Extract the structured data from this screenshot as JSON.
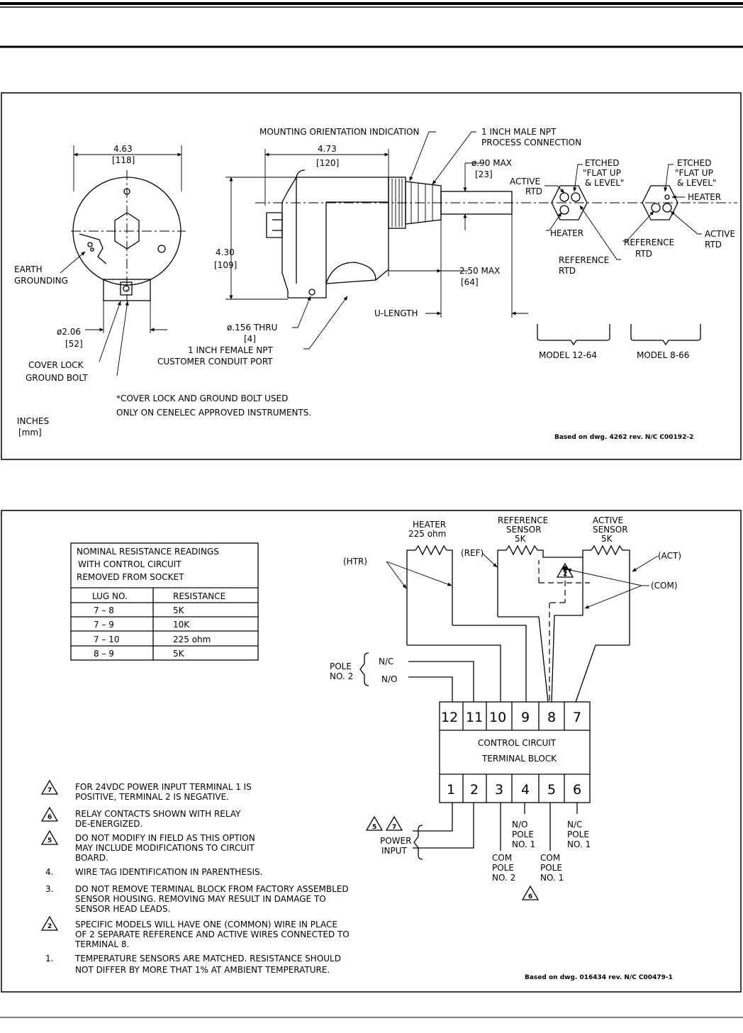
{
  "mechanical": {
    "dims": {
      "width_front": "4.63",
      "width_front_mm": "[118]",
      "width_side": "4.73",
      "width_side_mm": "[120]",
      "height": "4.30",
      "height_mm": "[109]",
      "probe_dia": "ø.90 MAX",
      "probe_dia_mm": "[23]",
      "extension": "2.50 MAX",
      "extension_mm": "[64]",
      "base_dia": "ø2.06",
      "base_dia_mm": "[52]",
      "hole": "ø.156 THRU",
      "hole_mm": "[4]",
      "u_length": "U-LENGTH"
    },
    "labels": {
      "mounting": "MOUNTING ORIENTATION INDICATION",
      "npt_male_1": "1 INCH MALE NPT",
      "npt_male_2": "PROCESS CONNECTION",
      "etched_a_1": "ETCHED",
      "etched_a_2": "\"FLAT UP",
      "etched_a_3": "& LEVEL\"",
      "etched_b_1": "ETCHED",
      "etched_b_2": "\"FLAT UP",
      "etched_b_3": "& LEVEL\"",
      "active_rtd_a_1": "ACTIVE",
      "active_rtd_a_2": "RTD",
      "heater_a": "HEATER",
      "reference_a_1": "REFERENCE",
      "reference_a_2": "RTD",
      "heater_b": "HEATER",
      "reference_b_1": "REFERENCE",
      "reference_b_2": "RTD",
      "active_b_1": "ACTIVE",
      "active_b_2": "RTD",
      "earth_1": "EARTH",
      "earth_2": "GROUNDING",
      "cover_lock": "COVER LOCK",
      "ground_bolt": "GROUND BOLT",
      "npt_female_1": "1 INCH FEMALE NPT",
      "npt_female_2": "CUSTOMER CONDUIT PORT",
      "model_a": "MODEL 12-64",
      "model_b": "MODEL 8-66",
      "note_1": "*COVER LOCK AND GROUND BOLT USED",
      "note_2": "ONLY ON CENELEC APPROVED INSTRUMENTS.",
      "units_1": "INCHES",
      "units_2": "[mm]",
      "drawing_ref": "Based on dwg. 4262 rev. N/C   C00192-2"
    }
  },
  "wiring": {
    "resistance_table": {
      "title_1": "NOMINAL RESISTANCE READINGS",
      "title_2": "WITH CONTROL CIRCUIT",
      "title_3": "REMOVED FROM SOCKET",
      "col_lug": "LUG NO.",
      "col_res": "RESISTANCE",
      "rows": [
        {
          "lug": "7  –  8",
          "res": "5K"
        },
        {
          "lug": "7  –  9",
          "res": "10K"
        },
        {
          "lug": "7  –  10",
          "res": "225  ohm"
        },
        {
          "lug": "8  –  9",
          "res": "5K"
        }
      ]
    },
    "components": {
      "heater_1": "HEATER",
      "heater_2": "225 ohm",
      "ref_1": "REFERENCE",
      "ref_2": "SENSOR",
      "ref_3": "5K",
      "act_1": "ACTIVE",
      "act_2": "SENSOR",
      "act_3": "5K",
      "tag_htr": "(HTR)",
      "tag_ref": "(REF)",
      "tag_act": "(ACT)",
      "tag_com": "(COM)",
      "pole2_1": "POLE",
      "pole2_2": "NO. 2",
      "nc": "N/C",
      "no": "N/O",
      "block_1": "CONTROL CIRCUIT",
      "block_2": "TERMINAL BLOCK",
      "top_terminals": [
        "12",
        "11",
        "10",
        "9",
        "8",
        "7"
      ],
      "bottom_terminals": [
        "1",
        "2",
        "3",
        "4",
        "5",
        "6"
      ],
      "power_1": "POWER",
      "power_2": "INPUT",
      "no_pole1_1": "N/O",
      "no_pole1_2": "POLE",
      "no_pole1_3": "NO. 1",
      "nc_pole1_1": "N/C",
      "nc_pole1_2": "POLE",
      "nc_pole1_3": "NO. 1",
      "com2_1": "COM",
      "com2_2": "POLE",
      "com2_3": "NO. 2",
      "com1_1": "COM",
      "com1_2": "POLE",
      "com1_3": "NO. 1",
      "tri2": "2",
      "tri5": "5",
      "tri7": "7",
      "tri6": "6"
    },
    "notes": [
      {
        "mark": "7",
        "l1": "FOR 24VDC POWER INPUT TERMINAL 1 IS",
        "l2": "POSITIVE, TERMINAL 2 IS NEGATIVE.",
        "l3": ""
      },
      {
        "mark": "6",
        "l1": "RELAY CONTACTS SHOWN WITH RELAY",
        "l2": "DE-ENERGIZED.",
        "l3": ""
      },
      {
        "mark": "5",
        "l1": "DO NOT MODIFY IN FIELD AS THIS OPTION",
        "l2": "MAY INCLUDE MODIFICATIONS TO CIRCUIT",
        "l3": "BOARD."
      },
      {
        "mark": "4.",
        "l1": "WIRE TAG IDENTIFICATION IN PARENTHESIS.",
        "l2": "",
        "l3": ""
      },
      {
        "mark": "3.",
        "l1": "DO NOT REMOVE TERMINAL BLOCK FROM FACTORY ASSEMBLED",
        "l2": "SENSOR HOUSING. REMOVING MAY RESULT IN DAMAGE TO",
        "l3": "SENSOR HEAD LEADS."
      },
      {
        "mark": "2",
        "l1": "SPECIFIC MODELS WILL HAVE ONE (COMMON) WIRE IN PLACE",
        "l2": "OF 2 SEPARATE REFERENCE AND ACTIVE WIRES CONNECTED TO",
        "l3": "TERMINAL 8."
      },
      {
        "mark": "1.",
        "l1": "TEMPERATURE SENSORS ARE MATCHED. RESISTANCE SHOULD",
        "l2": "NOT DIFFER BY MORE THAT 1% AT AMBIENT TEMPERATURE.",
        "l3": ""
      }
    ],
    "drawing_ref": "Based on dwg. 016434 rev. N/C   C00479-1"
  }
}
